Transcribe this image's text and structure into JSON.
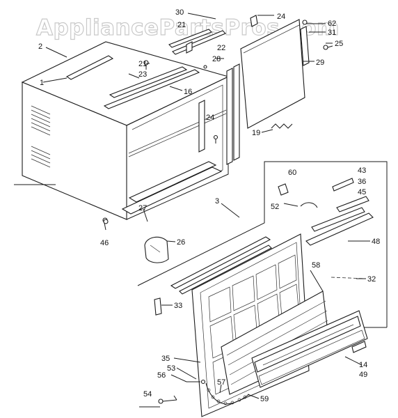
{
  "watermark": "AppliancePartsPros.com",
  "callouts": {
    "p1": "1",
    "p2": "2",
    "p3": "3",
    "p14": "14",
    "p16": "16",
    "p19": "19",
    "p21a": "21",
    "p21b": "21",
    "p22": "22",
    "p23": "23",
    "p24a": "24",
    "p24b": "24",
    "p25": "25",
    "p26": "26",
    "p27": "27",
    "p28": "28",
    "p29": "29",
    "p30": "30",
    "p31": "31",
    "p32": "32",
    "p33": "33",
    "p35": "35",
    "p36": "36",
    "p43": "43",
    "p45": "45",
    "p46": "46",
    "p48": "48",
    "p49": "49",
    "p52": "52",
    "p53": "53",
    "p54": "54",
    "p56": "56",
    "p57": "57",
    "p58": "58",
    "p59": "59",
    "p60": "60",
    "p62": "62"
  }
}
